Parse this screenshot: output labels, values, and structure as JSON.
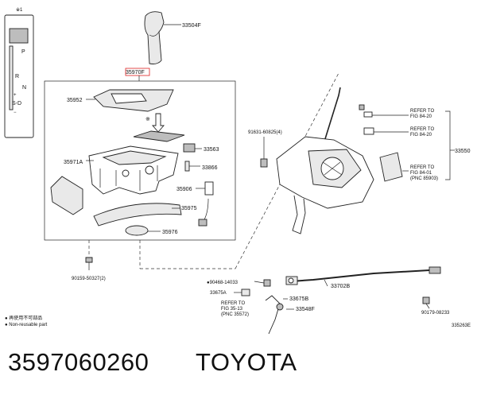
{
  "diagram": {
    "footer": {
      "part_number": "3597060260",
      "brand": "TOYOTA"
    },
    "legend": {
      "asterisk": "※1",
      "jp_note": "● 再使用不可部品",
      "en_note": "● Non-reusable part"
    },
    "shift_gate": {
      "positions": [
        "P",
        "R",
        "N",
        "+",
        "S-D",
        "−"
      ]
    },
    "assembly_box_marker": "※",
    "labels": {
      "l33504F": "33504F",
      "l35970F": "35970F",
      "l35952": "35952",
      "l33563": "33563",
      "l35971A": "35971A",
      "l33866": "33866",
      "l35906": "35906",
      "l35975": "35975",
      "l35976": "35976",
      "l90159": "90159-50327(2)",
      "l91631": "91631-60825(4)",
      "l33550": "33550",
      "ref1a": "REFER TO",
      "ref1b": "FIG 84-20",
      "ref2a": "REFER TO",
      "ref2b": "FIG 84-20",
      "ref3a": "REFER TO",
      "ref3b": "FIG 84-01",
      "ref3c": "(PNC 85903)",
      "l90468": "●90468-14033",
      "l33675A": "33675A",
      "l33702B": "33702B",
      "ref4a": "REFER TO",
      "ref4b": "FIG 35-13",
      "ref4c": "(PNC 35572)",
      "l33675B": "33675B",
      "l33548F": "33548F",
      "l90179": "90179-08233",
      "diagram_code": "335263E"
    }
  }
}
